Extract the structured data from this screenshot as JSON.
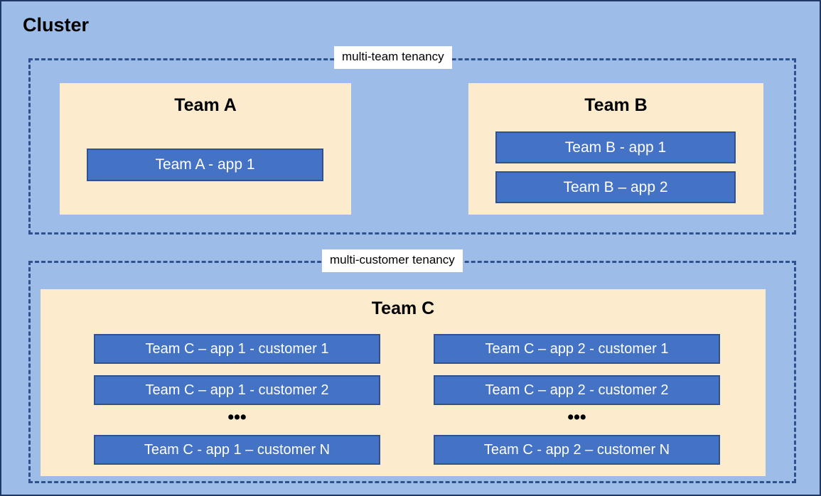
{
  "diagram": {
    "title": "Cluster",
    "background_color": "#9DBDE8",
    "frame_border_color": "#1F3864",
    "zones": [
      {
        "id": "multi-team",
        "label": "multi-team tenancy",
        "border_color": "#2F528F",
        "border_style": "dashed"
      },
      {
        "id": "multi-customer",
        "label": "multi-customer tenancy",
        "border_color": "#2F528F",
        "border_style": "dashed"
      }
    ],
    "teams": [
      {
        "id": "team-a",
        "name": "Team A",
        "panel_color": "#FCEBCD",
        "apps": [
          {
            "label": "Team A - app 1"
          }
        ]
      },
      {
        "id": "team-b",
        "name": "Team B",
        "panel_color": "#FCEBCD",
        "apps": [
          {
            "label": "Team B - app 1"
          },
          {
            "label": "Team B – app 2"
          }
        ]
      },
      {
        "id": "team-c",
        "name": "Team C",
        "panel_color": "#FCEBCD",
        "ellipsis": "•••",
        "columns": [
          {
            "id": "app-1",
            "apps": [
              {
                "label": "Team C – app 1 - customer 1"
              },
              {
                "label": "Team C – app 1 - customer 2"
              },
              {
                "label": "Team C - app 1 – customer N"
              }
            ]
          },
          {
            "id": "app-2",
            "apps": [
              {
                "label": "Team C – app 2 - customer 1"
              },
              {
                "label": "Team C – app 2 - customer 2"
              },
              {
                "label": "Team C - app 2 – customer N"
              }
            ]
          }
        ]
      }
    ],
    "app_box_color": "#4472C4",
    "app_box_border_color": "#2F528F",
    "app_box_text_color": "#FFFFFF"
  }
}
